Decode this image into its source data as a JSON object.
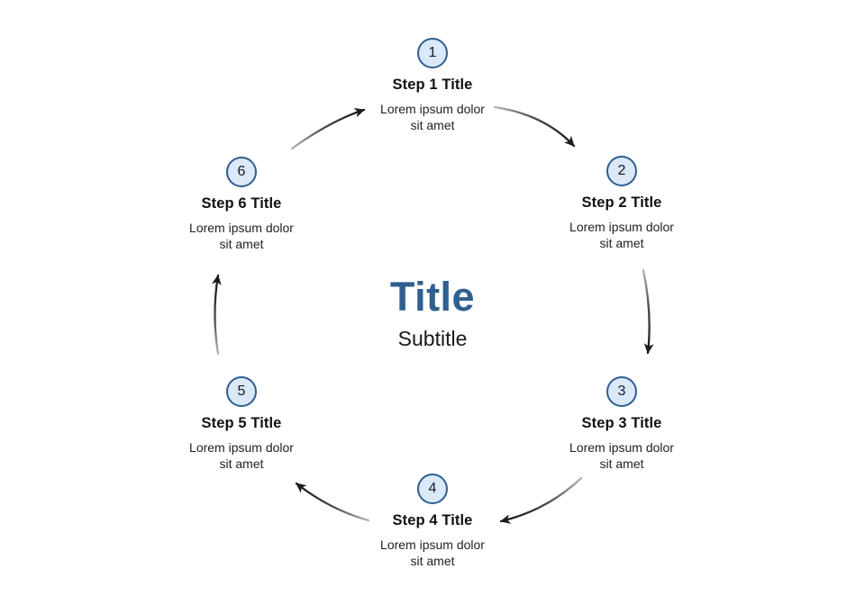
{
  "diagram": {
    "title": "Title",
    "subtitle": "Subtitle",
    "steps": [
      {
        "number": "1",
        "title": "Step 1 Title",
        "description": "Lorem ipsum dolor sit amet"
      },
      {
        "number": "2",
        "title": "Step 2 Title",
        "description": "Lorem ipsum dolor sit amet"
      },
      {
        "number": "3",
        "title": "Step 3 Title",
        "description": "Lorem ipsum dolor sit amet"
      },
      {
        "number": "4",
        "title": "Step 4 Title",
        "description": "Lorem ipsum dolor sit amet"
      },
      {
        "number": "5",
        "title": "Step 5 Title",
        "description": "Lorem ipsum dolor sit amet"
      },
      {
        "number": "6",
        "title": "Step 6 Title",
        "description": "Lorem ipsum dolor sit amet"
      }
    ],
    "connections": [
      "1→2",
      "2→3",
      "3→4",
      "4→5",
      "5→6",
      "6→1"
    ],
    "flow": "clockwise",
    "colors": {
      "accent": "#2f608f",
      "circle_fill": "#dbe8f8",
      "circle_border": "#2d5e92",
      "arrow": "#1c1c1c",
      "text": "#141414"
    }
  }
}
